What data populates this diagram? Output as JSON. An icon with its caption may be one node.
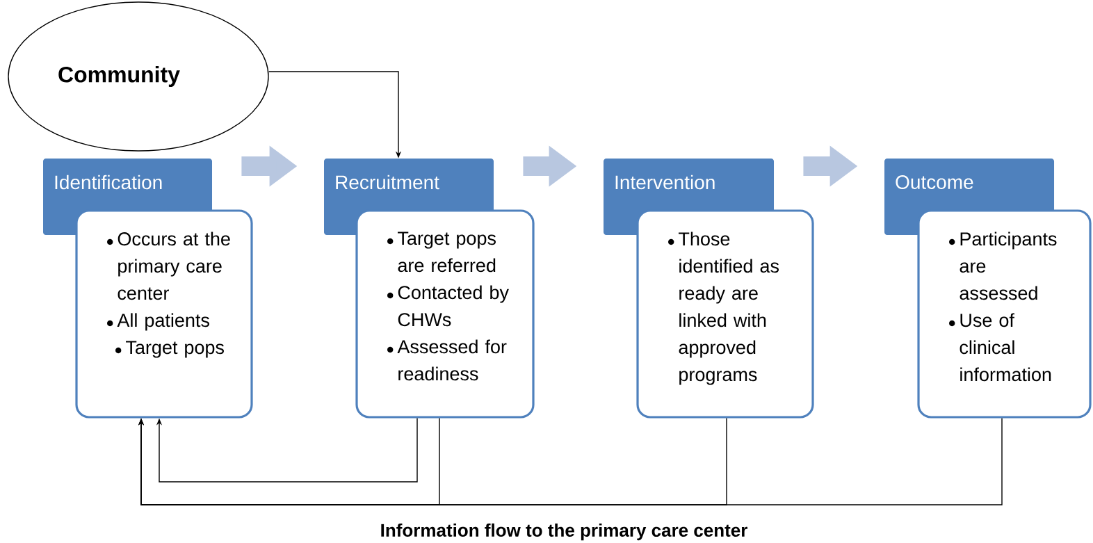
{
  "diagram": {
    "nodes": [
      {
        "text": [
          "Community"
        ]
      },
      {
        "text": [
          "Identification"
        ]
      },
      {
        "text": [
          "Occurs at the primary care center",
          "All patients",
          "Target pops"
        ]
      },
      {
        "text": [
          "Recruitment"
        ]
      },
      {
        "text": [
          "Target pops are referred",
          "Contacted by CHWs",
          "Assessed for readiness"
        ]
      },
      {
        "text": [
          "Intervention"
        ]
      },
      {
        "text": [
          "Those identified as ready are linked with approved programs"
        ]
      },
      {
        "text": [
          "Outcome"
        ]
      },
      {
        "text": [
          "Participants are assessed",
          "Use of clinical information"
        ]
      }
    ],
    "edges": [
      {
        "from": 0,
        "to": 3,
        "arrow": "to"
      },
      {
        "from": 1,
        "to": 3,
        "arrow": "to",
        "style": "thick",
        "color": "#b8c7e0"
      },
      {
        "from": 3,
        "to": 5,
        "arrow": "to",
        "style": "thick",
        "color": "#b8c7e0"
      },
      {
        "from": 5,
        "to": 7,
        "arrow": "to",
        "style": "thick",
        "color": "#b8c7e0"
      },
      {
        "from": 4,
        "to": 2,
        "arrow": "to"
      },
      {
        "from": 4,
        "to": 2,
        "arrow": "to"
      },
      {
        "from": 6,
        "to": 2,
        "arrow": "to"
      },
      {
        "from": 8,
        "to": 2,
        "arrow": "to"
      }
    ],
    "labels": [
      "Information flow to the primary care center"
    ]
  }
}
